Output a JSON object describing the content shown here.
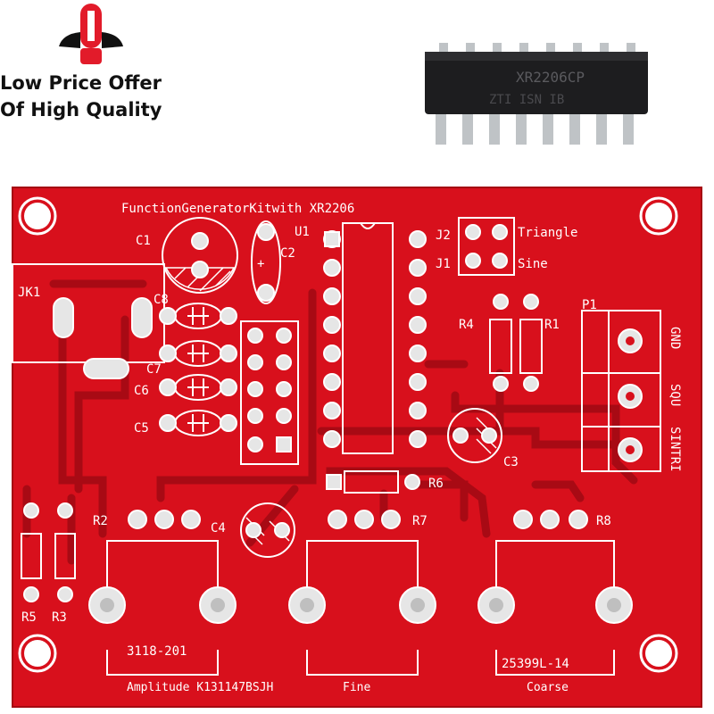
{
  "promo": {
    "line1": "Low Price Offer",
    "line2": "Of High Quality"
  },
  "chip": {
    "marking_line1": "XR2206CP",
    "marking_line2": "ZTI ISN   IB"
  },
  "board": {
    "title": "FunctionGeneratorKitwith XR2206",
    "labels": {
      "c1": "C1",
      "c2": "C2",
      "c3": "C3",
      "c4": "C4",
      "c5": "C5",
      "c6": "C6",
      "c7": "C7",
      "c8": "C8",
      "u1": "U1",
      "j1": "J1",
      "j2": "J2",
      "jk1": "JK1",
      "p1": "P1",
      "r1": "R1",
      "r2": "R2",
      "r3": "R3",
      "r4": "R4",
      "r5": "R5",
      "r6": "R6",
      "r7": "R7",
      "r8": "R8",
      "triangle": "Triangle",
      "sine": "Sine",
      "gnd": "GND",
      "squ": "SQU",
      "sin_tri": "SINTRI",
      "pot1": "3118-201",
      "pot3": "25399L-14",
      "amplitude": "Amplitude K131147BSJH",
      "fine": "Fine",
      "coarse": "Coarse"
    },
    "colors": {
      "board": "#d8101c",
      "silk": "#ffffff",
      "trace": "#b50a14",
      "pad": "#e6e6e6"
    }
  }
}
